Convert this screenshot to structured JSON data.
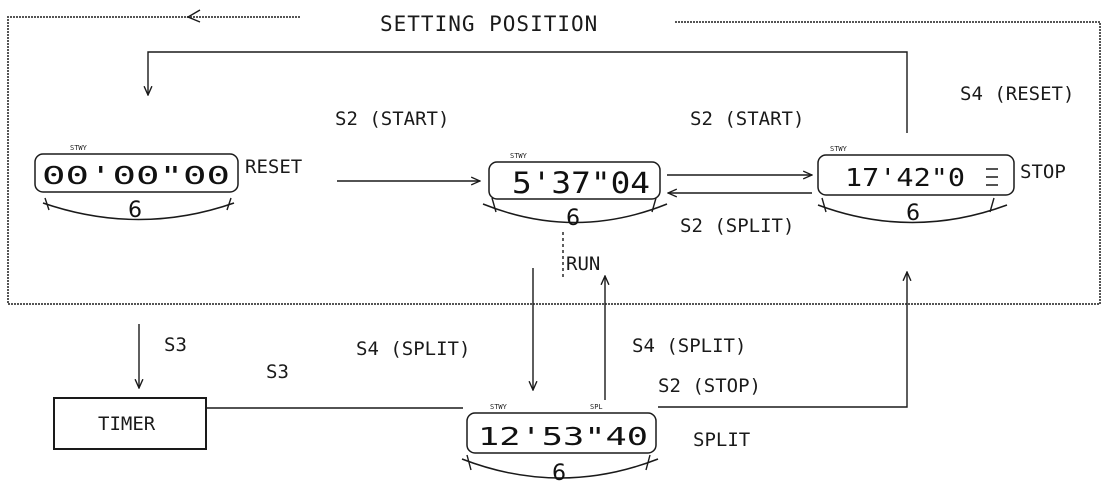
{
  "title": "SETTING POSITION",
  "states": {
    "reset": {
      "label": "RESET",
      "mode": "STWY",
      "display": "00'00\"00"
    },
    "run": {
      "label": "RUN",
      "mode": "STWY",
      "display": "5'37\"04"
    },
    "stop": {
      "label": "STOP",
      "mode": "STWY",
      "display": "17'42\"0"
    },
    "split": {
      "label": "SPLIT",
      "mode": "STWY",
      "mode2": "SPL",
      "display": "12'53\"40"
    },
    "timer": {
      "label": "TIMER"
    }
  },
  "transitions": {
    "reset_to_run": "S2 (START)",
    "run_to_stop": "S2 (START)",
    "stop_to_run": "S2 (SPLIT)",
    "stop_to_reset": "S4 (RESET)",
    "run_to_split": "S4 (SPLIT)",
    "split_to_run": "S4 (SPLIT)",
    "split_to_stop": "S2 (STOP)",
    "reset_to_timer": "S3",
    "timer_to_split": "S3"
  },
  "crown_glyph": "6"
}
